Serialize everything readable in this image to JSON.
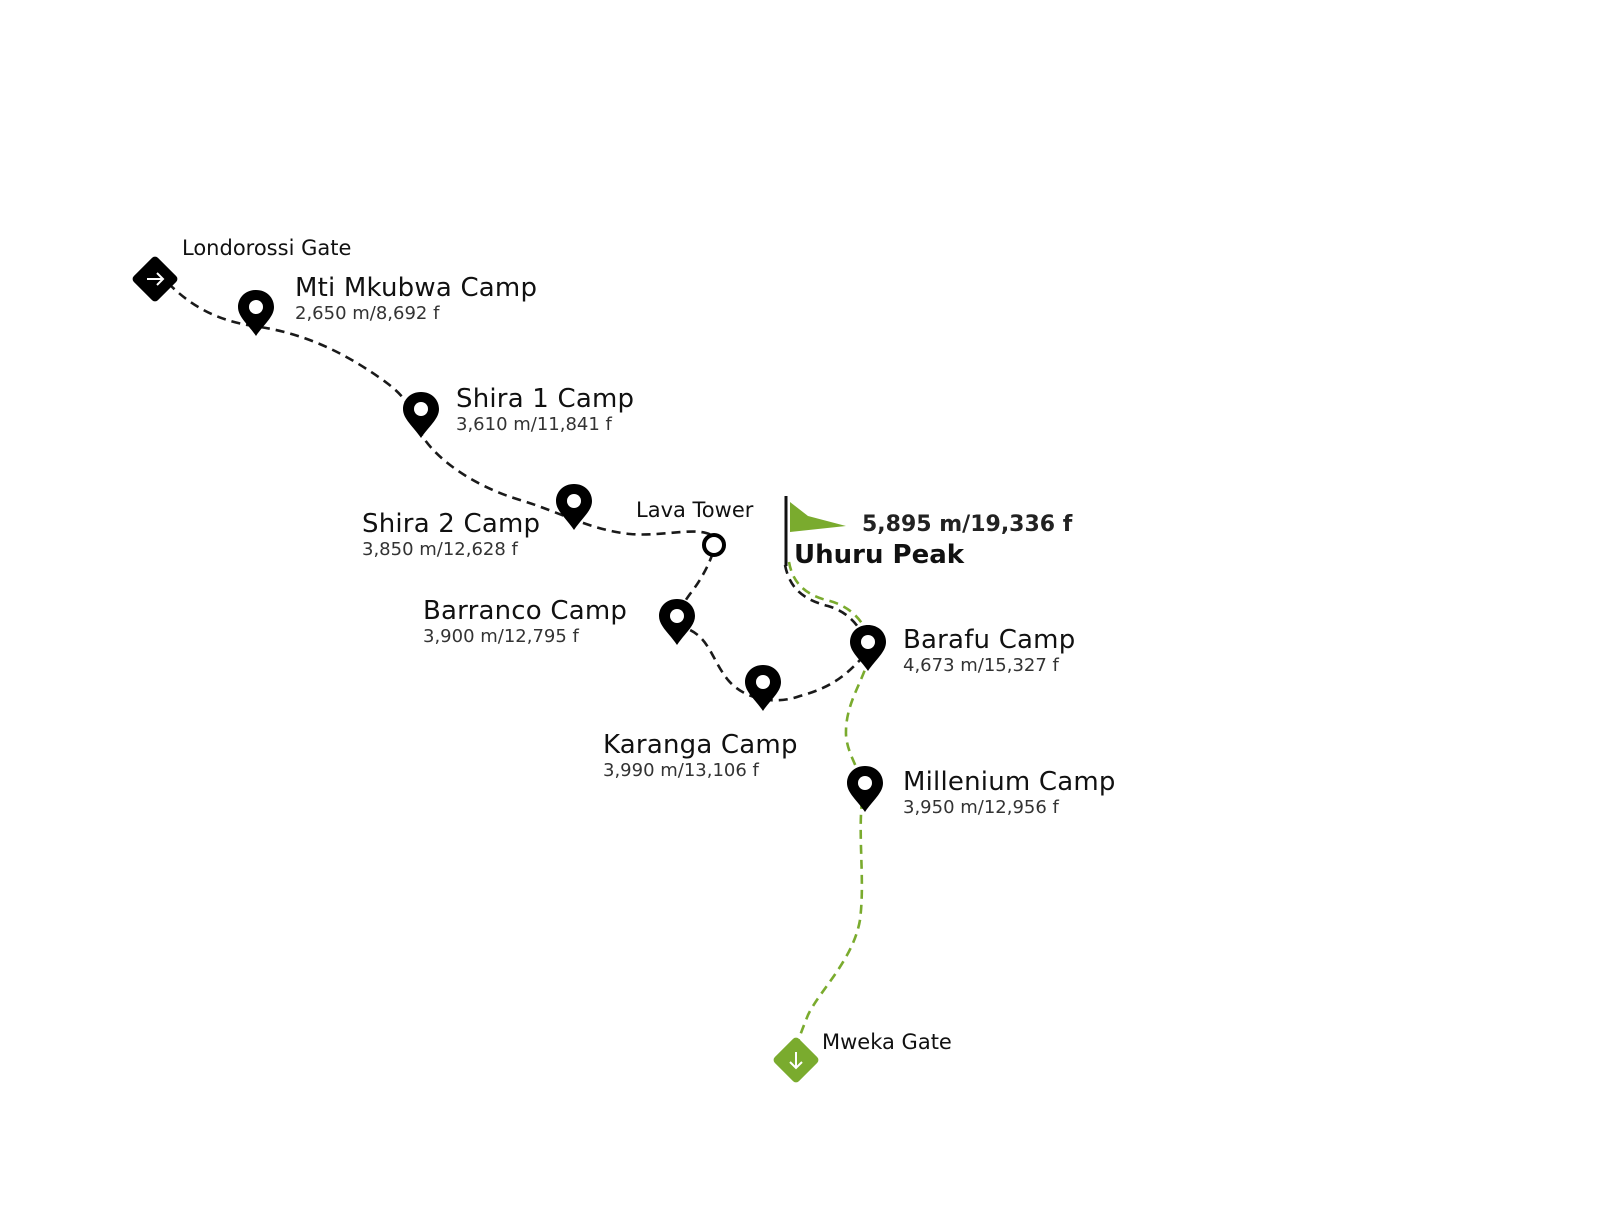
{
  "colors": {
    "path_dark": "#1a1a1a",
    "path_green": "#7aab2e",
    "accent_green": "#7aab2e",
    "marker": "#000000"
  },
  "start_gate": {
    "name": "Londorossi Gate",
    "icon": "arrow-right-icon"
  },
  "end_gate": {
    "name": "Mweka Gate",
    "icon": "arrow-down-icon"
  },
  "camps": [
    {
      "id": "mti-mkubwa",
      "name": "Mti Mkubwa Camp",
      "altitude": "2,650 m/8,692 f"
    },
    {
      "id": "shira-1",
      "name": "Shira 1 Camp",
      "altitude": "3,610 m/11,841 f"
    },
    {
      "id": "shira-2",
      "name": "Shira 2 Camp",
      "altitude": "3,850 m/12,628 f"
    },
    {
      "id": "barranco",
      "name": "Barranco Camp",
      "altitude": "3,900 m/12,795 f"
    },
    {
      "id": "karanga",
      "name": "Karanga Camp",
      "altitude": "3,990 m/13,106 f"
    },
    {
      "id": "barafu",
      "name": "Barafu Camp",
      "altitude": "4,673 m/15,327 f"
    },
    {
      "id": "millenium",
      "name": "Millenium Camp",
      "altitude": "3,950 m/12,956 f"
    }
  ],
  "waypoint": {
    "name": "Lava Tower"
  },
  "summit": {
    "name": "Uhuru Peak",
    "altitude": "5,895 m/19,336 f",
    "icon": "flag-icon"
  }
}
